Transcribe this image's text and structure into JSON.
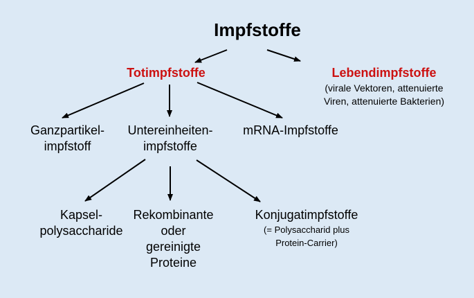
{
  "colors": {
    "background": "#dce9f5",
    "highlight": "#cc1111",
    "text": "#000000"
  },
  "root": {
    "label": "Impfstoffe"
  },
  "totimpfstoffe": {
    "label": "Totimpfstoffe"
  },
  "lebendimpfstoffe": {
    "label": "Lebendimpfstoffe",
    "note_line1": "(virale Vektoren, attenuierte",
    "note_line2": "Viren, attenuierte Bakterien)"
  },
  "ganzpartikel": {
    "line1": "Ganzpartikel-",
    "line2": "impfstoff"
  },
  "untereinheiten": {
    "line1": "Untereinheiten-",
    "line2": "impfstoffe"
  },
  "mrna": {
    "label": "mRNA-Impfstoffe"
  },
  "kapsel": {
    "line1": "Kapsel-",
    "line2": "polysaccharide"
  },
  "rekombinante": {
    "line1": "Rekombinante",
    "line2": "oder",
    "line3": "gereinigte",
    "line4": "Proteine"
  },
  "konjugat": {
    "label": "Konjugatimpfstoffe",
    "note_line1": "(= Polysaccharid plus",
    "note_line2": "Protein-Carrier)"
  }
}
